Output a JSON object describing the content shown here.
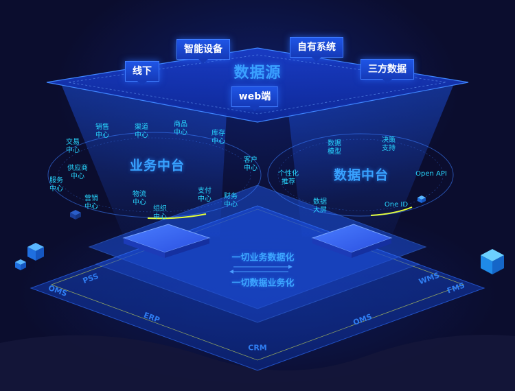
{
  "sources": {
    "title": "数据源",
    "callouts": [
      "线下",
      "智能设备",
      "自有系统",
      "三方数据",
      "web端"
    ]
  },
  "business_platform": {
    "title": "业务中台",
    "nodes": [
      {
        "l1": "交易",
        "l2": "中心"
      },
      {
        "l1": "销售",
        "l2": "中心"
      },
      {
        "l1": "渠道",
        "l2": "中心"
      },
      {
        "l1": "商品",
        "l2": "中心"
      },
      {
        "l1": "库存",
        "l2": "中心"
      },
      {
        "l1": "供应商",
        "l2": "中心"
      },
      {
        "l1": "客户",
        "l2": "中心"
      },
      {
        "l1": "服务",
        "l2": "中心"
      },
      {
        "l1": "营销",
        "l2": "中心"
      },
      {
        "l1": "物流",
        "l2": "中心"
      },
      {
        "l1": "组织",
        "l2": "中心"
      },
      {
        "l1": "支付",
        "l2": "中心"
      },
      {
        "l1": "财务",
        "l2": "中心"
      }
    ]
  },
  "data_platform": {
    "title": "数据中台",
    "nodes": [
      {
        "l1": "数据",
        "l2": "模型"
      },
      {
        "l1": "决策",
        "l2": "支持"
      },
      {
        "l1": "个性化",
        "l2": "推荐"
      },
      {
        "l1": "Open API",
        "l2": ""
      },
      {
        "l1": "数据",
        "l2": "大屏"
      },
      {
        "l1": "One  ID",
        "l2": ""
      }
    ]
  },
  "slogans": [
    "一切业务数据化",
    "一切数据业务化"
  ],
  "systems": [
    "PSS",
    "OMS",
    "ERP",
    "CRM",
    "OMS",
    "WMS",
    "FMS"
  ],
  "colors": {
    "background": "#0b0d2e",
    "accent": "#1f55e6",
    "node_text": "#28d7ff",
    "title_text": "#38a2ff",
    "highlight": "#e6ff3a"
  }
}
